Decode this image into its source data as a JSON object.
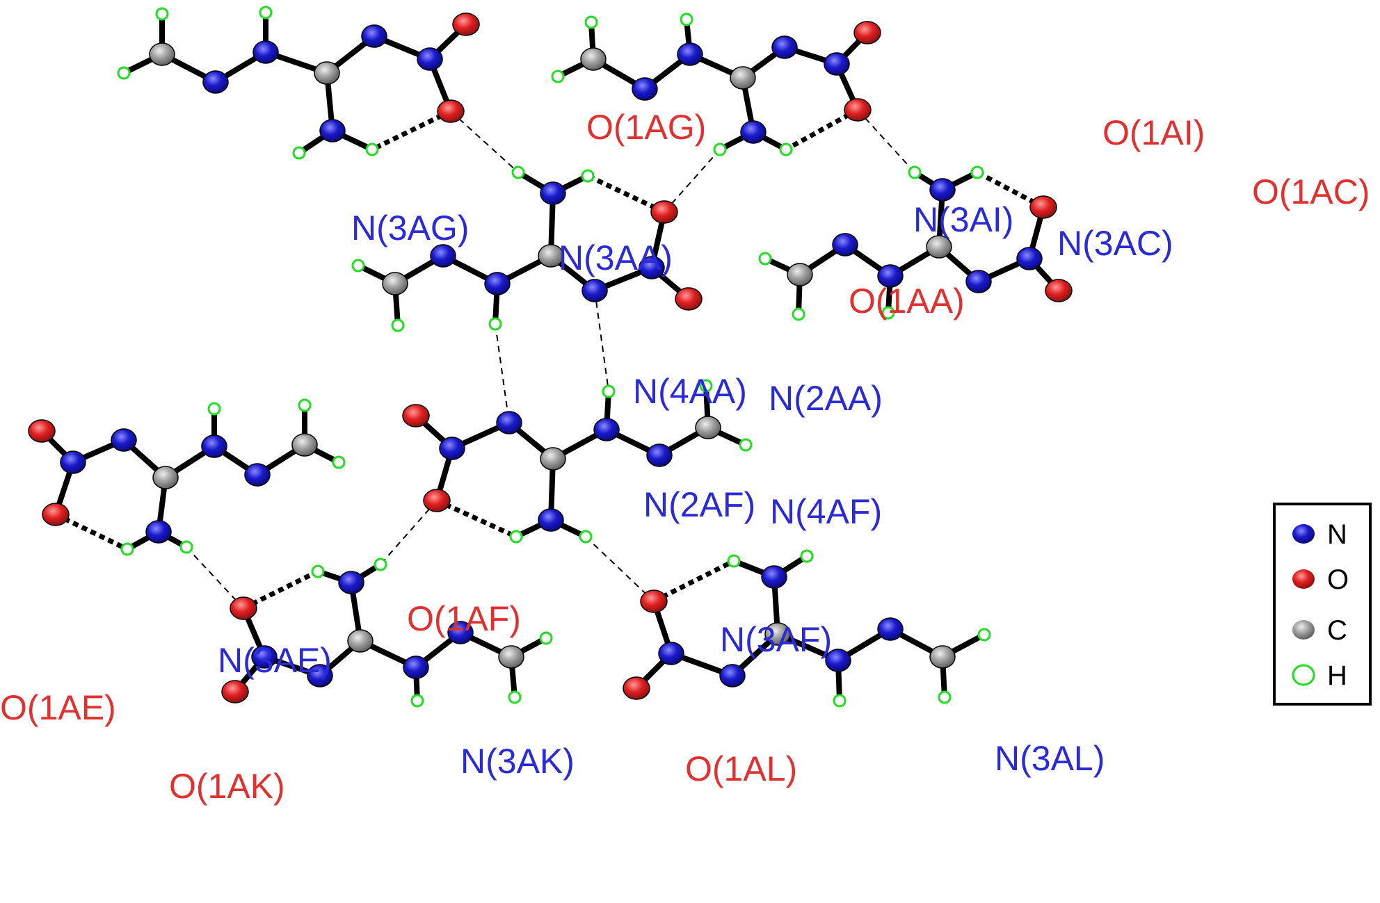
{
  "labels": {
    "n3ag": "N(3AG)",
    "o1ag": "O(1AG)",
    "o1ai": "O(1AI)",
    "n3ai": "N(3AI)",
    "o1ac": "O(1AC)",
    "n3aa": "N(3AA)",
    "o1aa": "O(1AA)",
    "n3ac": "N(3AC)",
    "n4aa": "N(4AA)",
    "n2aa": "N(2AA)",
    "n2af": "N(2AF)",
    "n4af": "N(4AF)",
    "o1af": "O(1AF)",
    "n3ae": "N(3AE)",
    "n3af": "N(3AF)",
    "o1ae": "O(1AE)",
    "o1ak": "O(1AK)",
    "n3ak": "N(3AK)",
    "o1al": "O(1AL)",
    "n3al": "N(3AL)"
  },
  "legend": {
    "items": [
      {
        "symbol": "N",
        "color": "#1a1acc"
      },
      {
        "symbol": "O",
        "color": "#e02020"
      },
      {
        "symbol": "C",
        "color": "#9a9a9a"
      },
      {
        "symbol": "H",
        "color": "#22dd22"
      }
    ]
  },
  "colors": {
    "nitrogen": "#1a1acc",
    "oxygen": "#e02020",
    "carbon": "#9a9a9a",
    "hydrogen": "#22dd22",
    "bond": "#000000"
  }
}
